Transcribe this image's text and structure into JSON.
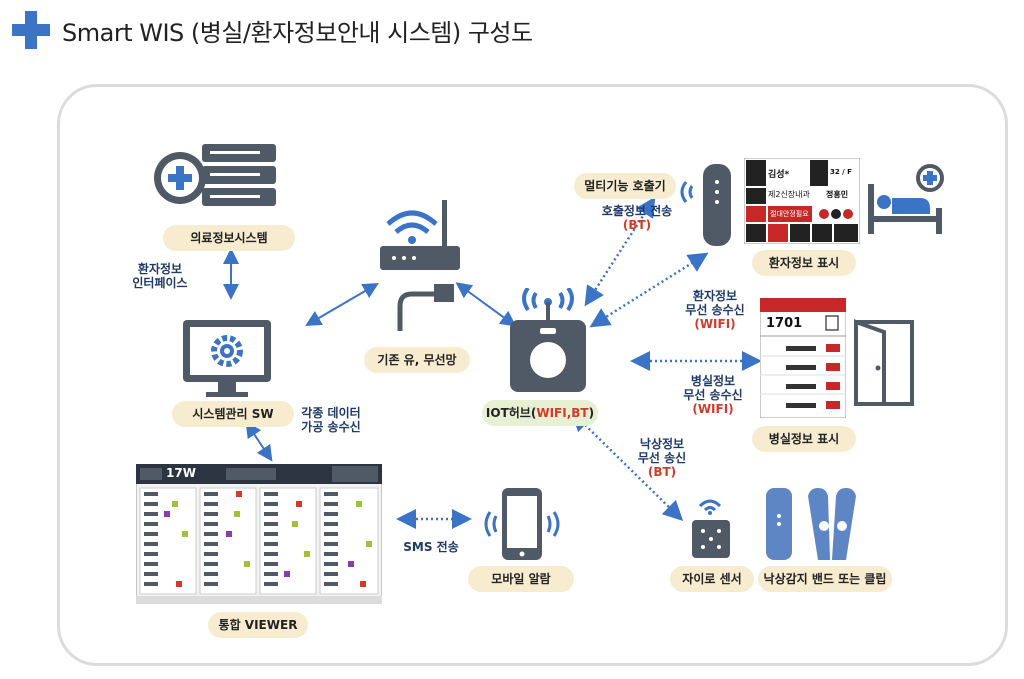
{
  "header": {
    "title": "Smart WIS (병실/환자정보안내 시스템) 구성도"
  },
  "nodes": {
    "medical_system": "의료정보시스템",
    "patient_interface": [
      "환자정보",
      "인터페이스"
    ],
    "system_sw": "시스템관리 SW",
    "data_processing": [
      "각종 데이터",
      "가공 송수신"
    ],
    "network": "기존 유, 무선망",
    "iot_hub_prefix": "IOT허브(",
    "iot_hub_highlight": "WIFI,BT",
    "iot_hub_suffix": ")",
    "multi_call": "멀티기능 호출기",
    "call_transmit": "호출정보 전송",
    "call_transmit_bt": "(BT)",
    "patient_display": "환자정보 표시",
    "patient_wireless": [
      "환자정보",
      "무선 송수신"
    ],
    "patient_wireless_wifi": "(WIFI)",
    "room_wireless": [
      "병실정보",
      "무선 송수신"
    ],
    "room_wireless_wifi": "(WIFI)",
    "room_display": "병실정보 표시",
    "fall_info": [
      "낙상정보",
      "무선 송신"
    ],
    "fall_info_bt": "(BT)",
    "gyro_sensor": "자이로 센서",
    "fall_band": "낙상감지 밴드 또는 클립",
    "sms": "SMS 전송",
    "mobile_alarm": "모바일 알람",
    "viewer": "통합 VIEWER"
  },
  "viewer_screen": {
    "ward": "17W"
  },
  "patient_card": {
    "name": "김성*",
    "dept": "제2신장내과",
    "doctor": "정홍민",
    "warning": "절대안정필요",
    "age": "32 / F"
  },
  "room_card": {
    "room": "1701"
  },
  "colors": {
    "accent_blue": "#3b73c6",
    "icon_gray": "#4f5a66",
    "pill_yellow": "#f7ecd0",
    "pill_green": "#e7f0d2",
    "highlight_red": "#d23a2a",
    "label_navy": "#1f3a68"
  }
}
